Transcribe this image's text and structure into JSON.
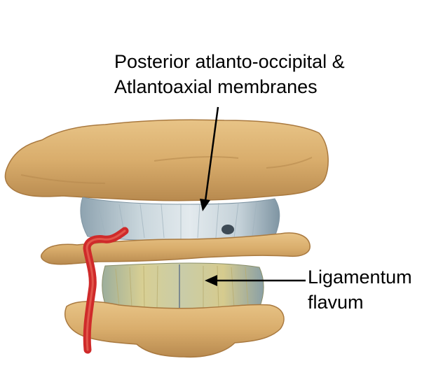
{
  "labels": {
    "top": {
      "line1": "Posterior atlanto-occipital &",
      "line2": "Atlantoaxial membranes"
    },
    "right": {
      "line1": "Ligamentum",
      "line2": "flavum"
    }
  },
  "colors": {
    "bone": "#d9ad6c",
    "bone_shadow": "#b0824a",
    "membrane": "#c9d6dc",
    "ligament": "#d8cf93",
    "artery": "#cf2a2a",
    "text": "#000000"
  }
}
